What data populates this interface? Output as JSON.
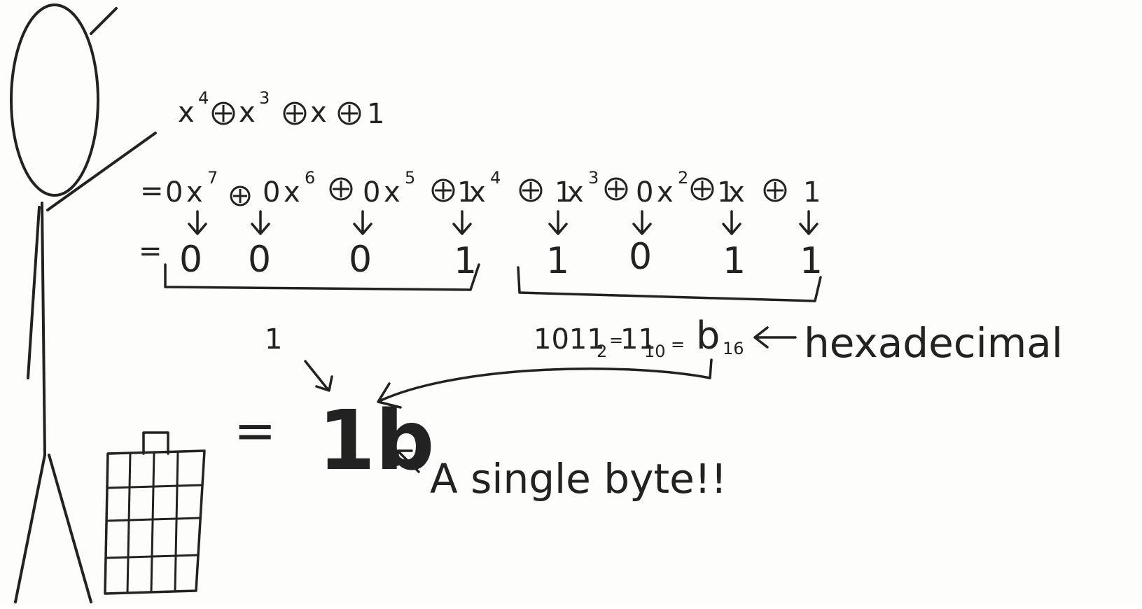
{
  "polynomial": {
    "line1": {
      "t1_base": "x",
      "t1_exp": "4",
      "t2_base": "x",
      "t2_exp": "3",
      "t3": "x",
      "t4": "1"
    },
    "line2": {
      "eq": "=",
      "terms": [
        {
          "coef": "0",
          "base": "x",
          "exp": "7"
        },
        {
          "coef": "0",
          "base": "x",
          "exp": "6"
        },
        {
          "coef": "0",
          "base": "x",
          "exp": "5"
        },
        {
          "coef": "1",
          "base": "x",
          "exp": "4"
        },
        {
          "coef": "1",
          "base": "x",
          "exp": "3"
        },
        {
          "coef": "0",
          "base": "x",
          "exp": "2"
        },
        {
          "coef": "1",
          "base": "x",
          "exp": ""
        },
        {
          "coef": "1",
          "base": "",
          "exp": ""
        }
      ]
    }
  },
  "bits": {
    "eq": "=",
    "values": [
      "0",
      "0",
      "0",
      "1",
      "1",
      "0",
      "1",
      "1"
    ]
  },
  "high_nibble": {
    "value": "1"
  },
  "low_nibble": {
    "binary": "1011",
    "binary_base": "2",
    "eq1": "=",
    "decimal": "11",
    "decimal_base": "10",
    "eq2": "=",
    "hex": "b",
    "hex_base": "16"
  },
  "annotations": {
    "hexadecimal_label": "hexadecimal",
    "result_eq": "=",
    "result": "1b",
    "single_byte_label": "A single byte!!"
  },
  "colors": {
    "ink": "#222222",
    "paper": "#fdfdfc"
  }
}
